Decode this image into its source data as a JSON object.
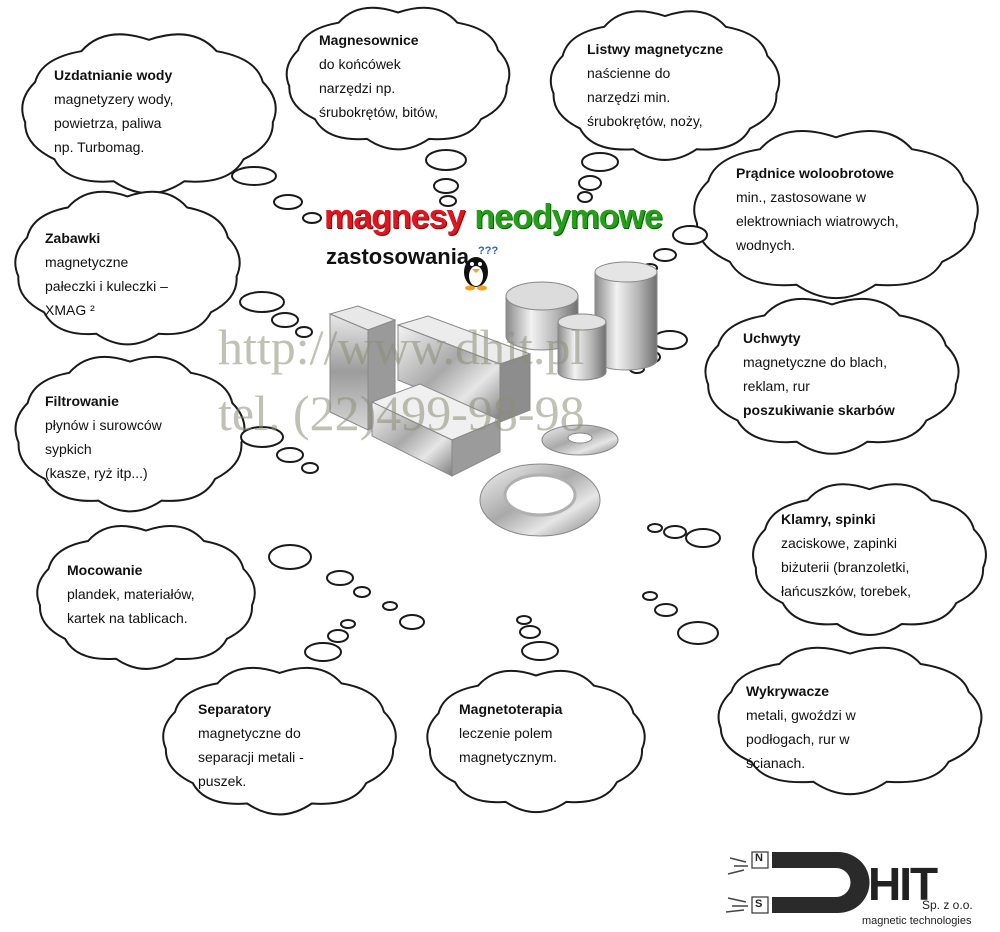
{
  "header": {
    "title_part1": "magnesy",
    "title_part2": "neodymowe",
    "subtitle": "zastosowania"
  },
  "watermark": {
    "url": "http://www.dhit.pl",
    "phone": "tel. (22)499-98-98"
  },
  "clouds": [
    {
      "title": "Uzdatnianie wody",
      "lines": [
        "magnetyzery wody,",
        "powietrza, paliwa",
        "np. Turbomag."
      ]
    },
    {
      "title": "Magnesownice",
      "lines": [
        "do końcówek",
        "narzędzi np.",
        "śrubokrętów, bitów,"
      ]
    },
    {
      "title": "Listwy magnetyczne",
      "lines": [
        "naścienne do",
        "narzędzi min.",
        "śrubokrętów, noży,"
      ]
    },
    {
      "title": "Prądnice woloobrotowe",
      "lines": [
        "min., zastosowane w",
        "elektrowniach wiatrowych,",
        "wodnych."
      ]
    },
    {
      "title": "Zabawki",
      "lines": [
        "magnetyczne",
        "pałeczki i kuleczki –",
        "XMAG ²"
      ]
    },
    {
      "title": "Uchwyty",
      "lines": [
        "magnetyczne do blach,",
        "reklam, rur"
      ],
      "bold_line": "poszukiwanie skarbów"
    },
    {
      "title": "Filtrowanie",
      "lines": [
        "płynów i surowców",
        "sypkich",
        "(kasze, ryż itp...)"
      ]
    },
    {
      "title": "Klamry, spinki",
      "lines": [
        "zaciskowe, zapinki",
        "biżuterii (branzoletki,",
        "łańcuszków, torebek,"
      ]
    },
    {
      "title": "Mocowanie",
      "lines": [
        "plandek, materiałów,",
        "kartek na tablicach."
      ]
    },
    {
      "title": "Wykrywacze",
      "lines": [
        "metali, gwoździ w",
        "podłogach, rur w",
        "ścianach."
      ]
    },
    {
      "title": "Separatory",
      "lines": [
        "magnetyczne do",
        "separacji metali -",
        "puszek."
      ]
    },
    {
      "title": "Magnetoterapia",
      "lines": [
        "leczenie polem",
        "magnetycznym."
      ]
    }
  ],
  "logo": {
    "brand": "HIT",
    "suffix": "Sp. z o.o.",
    "tagline": "magnetic technologies",
    "pole_n": "N",
    "pole_s": "S"
  },
  "colors": {
    "title_red": "#e0161e",
    "title_green": "#23a018",
    "outline": "#1a1a1a"
  }
}
